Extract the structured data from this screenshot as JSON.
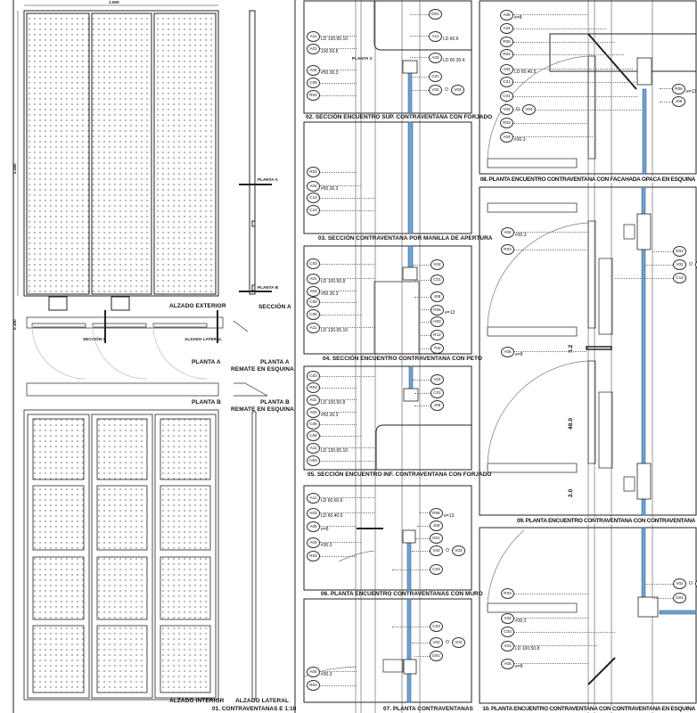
{
  "sheet_left": {
    "title": "01. CONTRAVENTANAS E 1:10",
    "dim_width": "1.500",
    "dim_height": "2.280",
    "dim_depth": "0.100",
    "alzado_exterior": "ALZADO EXTERIOR",
    "seccion_a": "SECCIÓN A",
    "seccion_a_marker": "SECCIÓN A",
    "alzado_lateral_marker": "ALZADO LATERAL",
    "planta_a_marker": "PLANTA A",
    "planta_b_marker": "PLANTA B",
    "planta_a": "PLANTA A",
    "planta_a_remate_1": "PLANTA A",
    "planta_a_remate_2": "REMATE EN ESQUINA",
    "planta_b": "PLANTA B",
    "planta_b_remate_1": "PLANTA B",
    "planta_b_remate_2": "REMATE EN ESQUINA",
    "alzado_interior": "ALZADO INTERIOR",
    "alzado_lateral": "ALZADO LATERAL"
  },
  "panels": {
    "p02": {
      "caption": "02. SECCIÓN ENCUENTRO SUP. CONTRAVENTANA CON FORJADO",
      "marker": "PLANTA C",
      "tags": [
        {
          "code": "A11",
          "note": "LD 130.65.10"
        },
        {
          "code": "A01",
          "note": "100.50.8"
        },
        {
          "code": "A04",
          "note": "#50.30.3"
        },
        {
          "code": "C08",
          "note": ""
        },
        {
          "code": "R03",
          "note": ""
        },
        {
          "code": "D01",
          "note": ""
        },
        {
          "code": "A11",
          "note": "LD 60.6"
        },
        {
          "code": "A03",
          "note": "LD 60.30.4"
        },
        {
          "code": "C01",
          "note": ""
        },
        {
          "code": "V02",
          "note": "",
          "or": "O",
          "code2": "V03"
        }
      ]
    },
    "p03": {
      "caption": "03. SECCIÓN CONTRAVENTANA POR MANILLA DE APERTURA",
      "tags": [
        {
          "code": "R03",
          "note": ""
        },
        {
          "code": "A04",
          "note": "#50.30.3"
        },
        {
          "code": "C12",
          "note": ""
        },
        {
          "code": "C14",
          "note": ""
        }
      ]
    },
    "p04": {
      "caption": "04. SECCIÓN ENCUENTRO CONTRAVENTANA CON PETO",
      "tags": [
        {
          "code": "C03",
          "note": ""
        },
        {
          "code": "A01",
          "note": "LD 100.50.8"
        },
        {
          "code": "A04",
          "note": "#50.30.3"
        },
        {
          "code": "C06",
          "note": ""
        },
        {
          "code": "C08",
          "note": ""
        },
        {
          "code": "A11",
          "note": "LD 130.65.10"
        },
        {
          "code": "V04",
          "note": ""
        },
        {
          "code": "C01",
          "note": ""
        },
        {
          "code": "J08",
          "note": ""
        },
        {
          "code": "R06",
          "note": "e=13"
        },
        {
          "code": "H02",
          "note": ""
        },
        {
          "code": "R12",
          "note": ""
        },
        {
          "code": "T02",
          "note": ""
        }
      ]
    },
    "p05": {
      "caption": "05. SECCIÓN ENCUENTRO INF. CONTRAVENTANA CON FORJADO",
      "tags": [
        {
          "code": "C03",
          "note": ""
        },
        {
          "code": "R03",
          "note": ""
        },
        {
          "code": "A01",
          "note": "LD 100.50.8"
        },
        {
          "code": "A04",
          "note": "#50.30.3"
        },
        {
          "code": "C06",
          "note": ""
        },
        {
          "code": "C08",
          "note": ""
        },
        {
          "code": "A11",
          "note": "LD 130.65.10"
        },
        {
          "code": "H03",
          "note": ""
        },
        {
          "code": "V04",
          "note": ""
        },
        {
          "code": "C01",
          "note": ""
        },
        {
          "code": "J08",
          "note": ""
        }
      ]
    },
    "p06": {
      "caption": "06. PLANTA ENCUENTRO CONTRAVENTANAS CON MURO",
      "tags": [
        {
          "code": "A11",
          "note": "LD 60.60.6"
        },
        {
          "code": "A03",
          "note": "LD 60.40.5"
        },
        {
          "code": "A05",
          "note": "e=8"
        },
        {
          "code": "A04",
          "note": "#30.3"
        },
        {
          "code": "R03",
          "note": ""
        },
        {
          "code": "R06",
          "note": "e=13"
        },
        {
          "code": "J08",
          "note": ""
        },
        {
          "code": "D01",
          "note": ""
        },
        {
          "code": "V02",
          "note": "",
          "or": "O",
          "code2": "V03"
        },
        {
          "code": "C03",
          "note": ""
        }
      ]
    },
    "p07": {
      "caption": "07. PLANTA CONTRAVENTANAS",
      "tags": [
        {
          "code": "C03",
          "note": ""
        },
        {
          "code": "V02",
          "note": "",
          "or": "O",
          "code2": "V03"
        },
        {
          "code": "D01",
          "note": ""
        },
        {
          "code": "A04",
          "note": "#30.3"
        },
        {
          "code": "R03",
          "note": ""
        }
      ]
    },
    "p08": {
      "caption": "08. PLANTA ENCUENTRO CONTRAVENTANA CON FACAHADA OPACA EN ESQUINA",
      "tags": [
        {
          "code": "A05",
          "note": "e=8"
        },
        {
          "code": "A24",
          "note": ""
        },
        {
          "code": "R06",
          "note": ""
        },
        {
          "code": "R02",
          "note": ""
        },
        {
          "code": "A03",
          "note": "LD 60.40.5"
        },
        {
          "code": "C01",
          "note": ""
        },
        {
          "code": "C01",
          "note": ""
        },
        {
          "code": "V02",
          "note": "",
          "or": "O",
          "code2": "V03"
        },
        {
          "code": "R03",
          "note": ""
        },
        {
          "code": "A04",
          "note": "#30.3"
        },
        {
          "code": "R06",
          "note": "e=13"
        },
        {
          "code": "J08",
          "note": ""
        }
      ]
    },
    "p09": {
      "caption": "09. PLANTA ENCUENTRO CONTRAVENTANA CON CONTRAVENTANA",
      "dims": [
        "3.2",
        "48.0",
        "2.0"
      ],
      "tags": [
        {
          "code": "A04",
          "note": "#30.3"
        },
        {
          "code": "R03",
          "note": ""
        },
        {
          "code": "A05",
          "note": "e=8"
        },
        {
          "code": "D01",
          "note": ""
        },
        {
          "code": "V02",
          "note": "",
          "or": "O",
          "code2": "V03"
        },
        {
          "code": "C14",
          "note": ""
        }
      ]
    },
    "p10": {
      "caption": "10. PLANTA ENCUENTRO CONTRAVENTANA CON CONTRAVENTANA EN ESQUINA",
      "tags": [
        {
          "code": "R03",
          "note": ""
        },
        {
          "code": "A04",
          "note": "#30.3"
        },
        {
          "code": "C03",
          "note": ""
        },
        {
          "code": "A01",
          "note": "LD 100.50.8"
        },
        {
          "code": "A05",
          "note": "e=8"
        },
        {
          "code": "V02",
          "note": "",
          "or": "O",
          "code2": "V03"
        },
        {
          "code": "D01",
          "note": ""
        }
      ]
    }
  },
  "colors": {
    "glass": "#6fa3d0",
    "line": "#222222",
    "guide": "#999999"
  }
}
